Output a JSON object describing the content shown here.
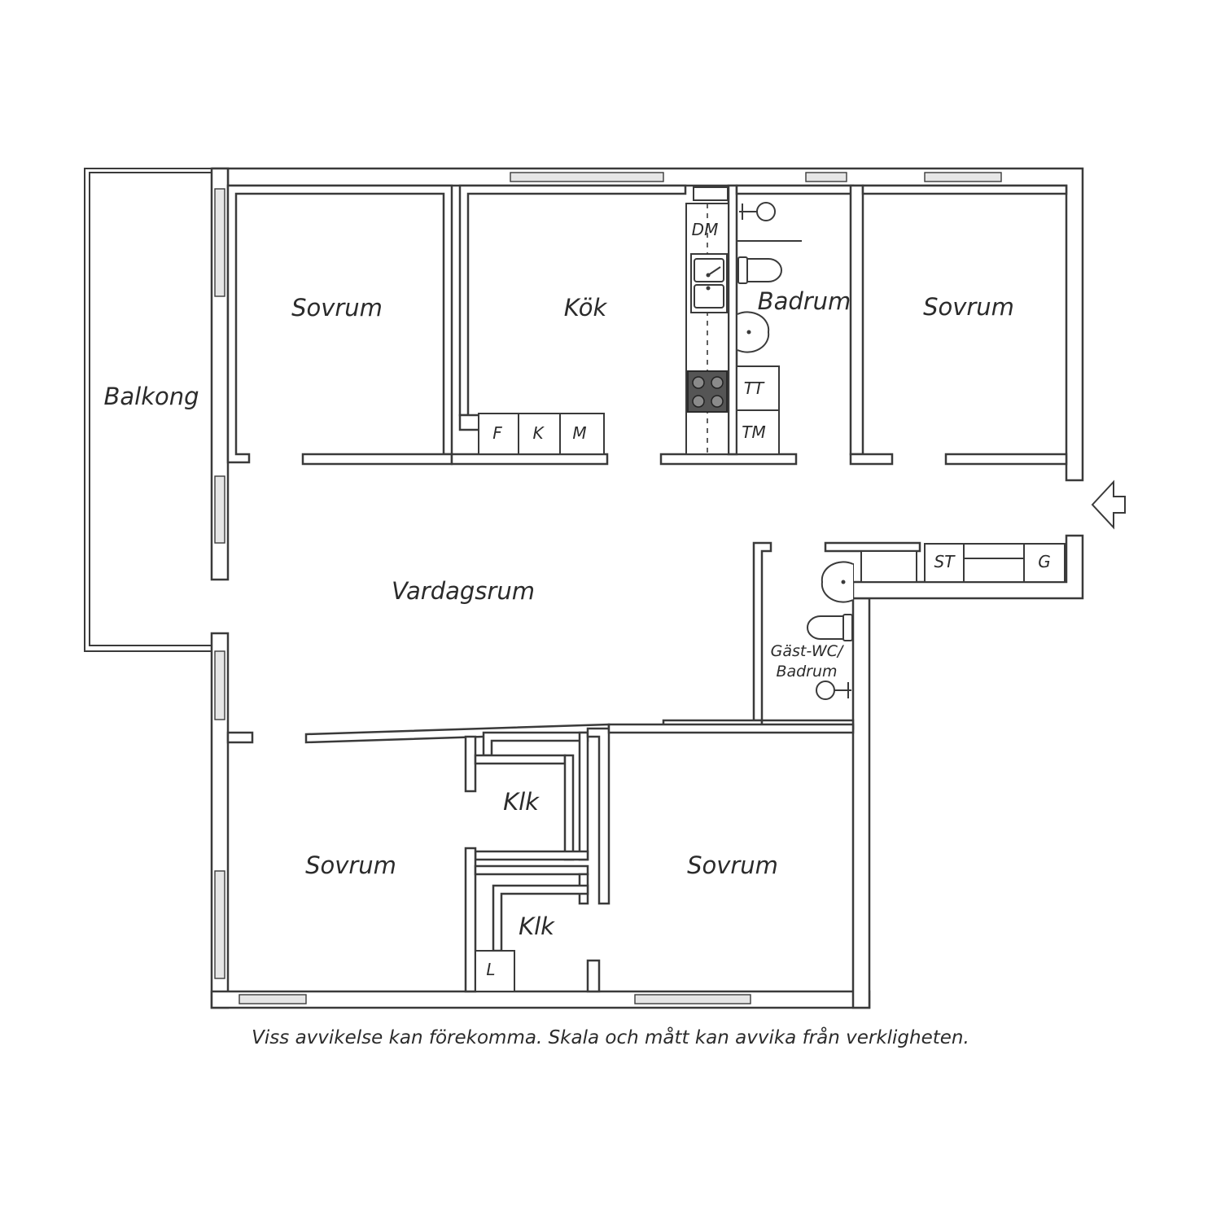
{
  "rooms": {
    "balkong": "Balkong",
    "sovrum_nw": "Sovrum",
    "kok": "Kök",
    "badrum": "Badrum",
    "sovrum_ne": "Sovrum",
    "vardagsrum": "Vardagsrum",
    "gast_wc_line1": "Gäst-WC/",
    "gast_wc_line2": "Badrum",
    "klk_upper": "Klk",
    "klk_lower": "Klk",
    "sovrum_sw": "Sovrum",
    "sovrum_se": "Sovrum"
  },
  "fixtures": {
    "dm": "DM",
    "f": "F",
    "k": "K",
    "m": "M",
    "tt": "TT",
    "tm": "TM",
    "st": "ST",
    "g": "G",
    "l": "L"
  },
  "disclaimer": "Viss avvikelse kan förekomma. Skala och mått kan avvika från verkligheten.",
  "entrance": {
    "icon": "entrance-arrow-icon"
  }
}
